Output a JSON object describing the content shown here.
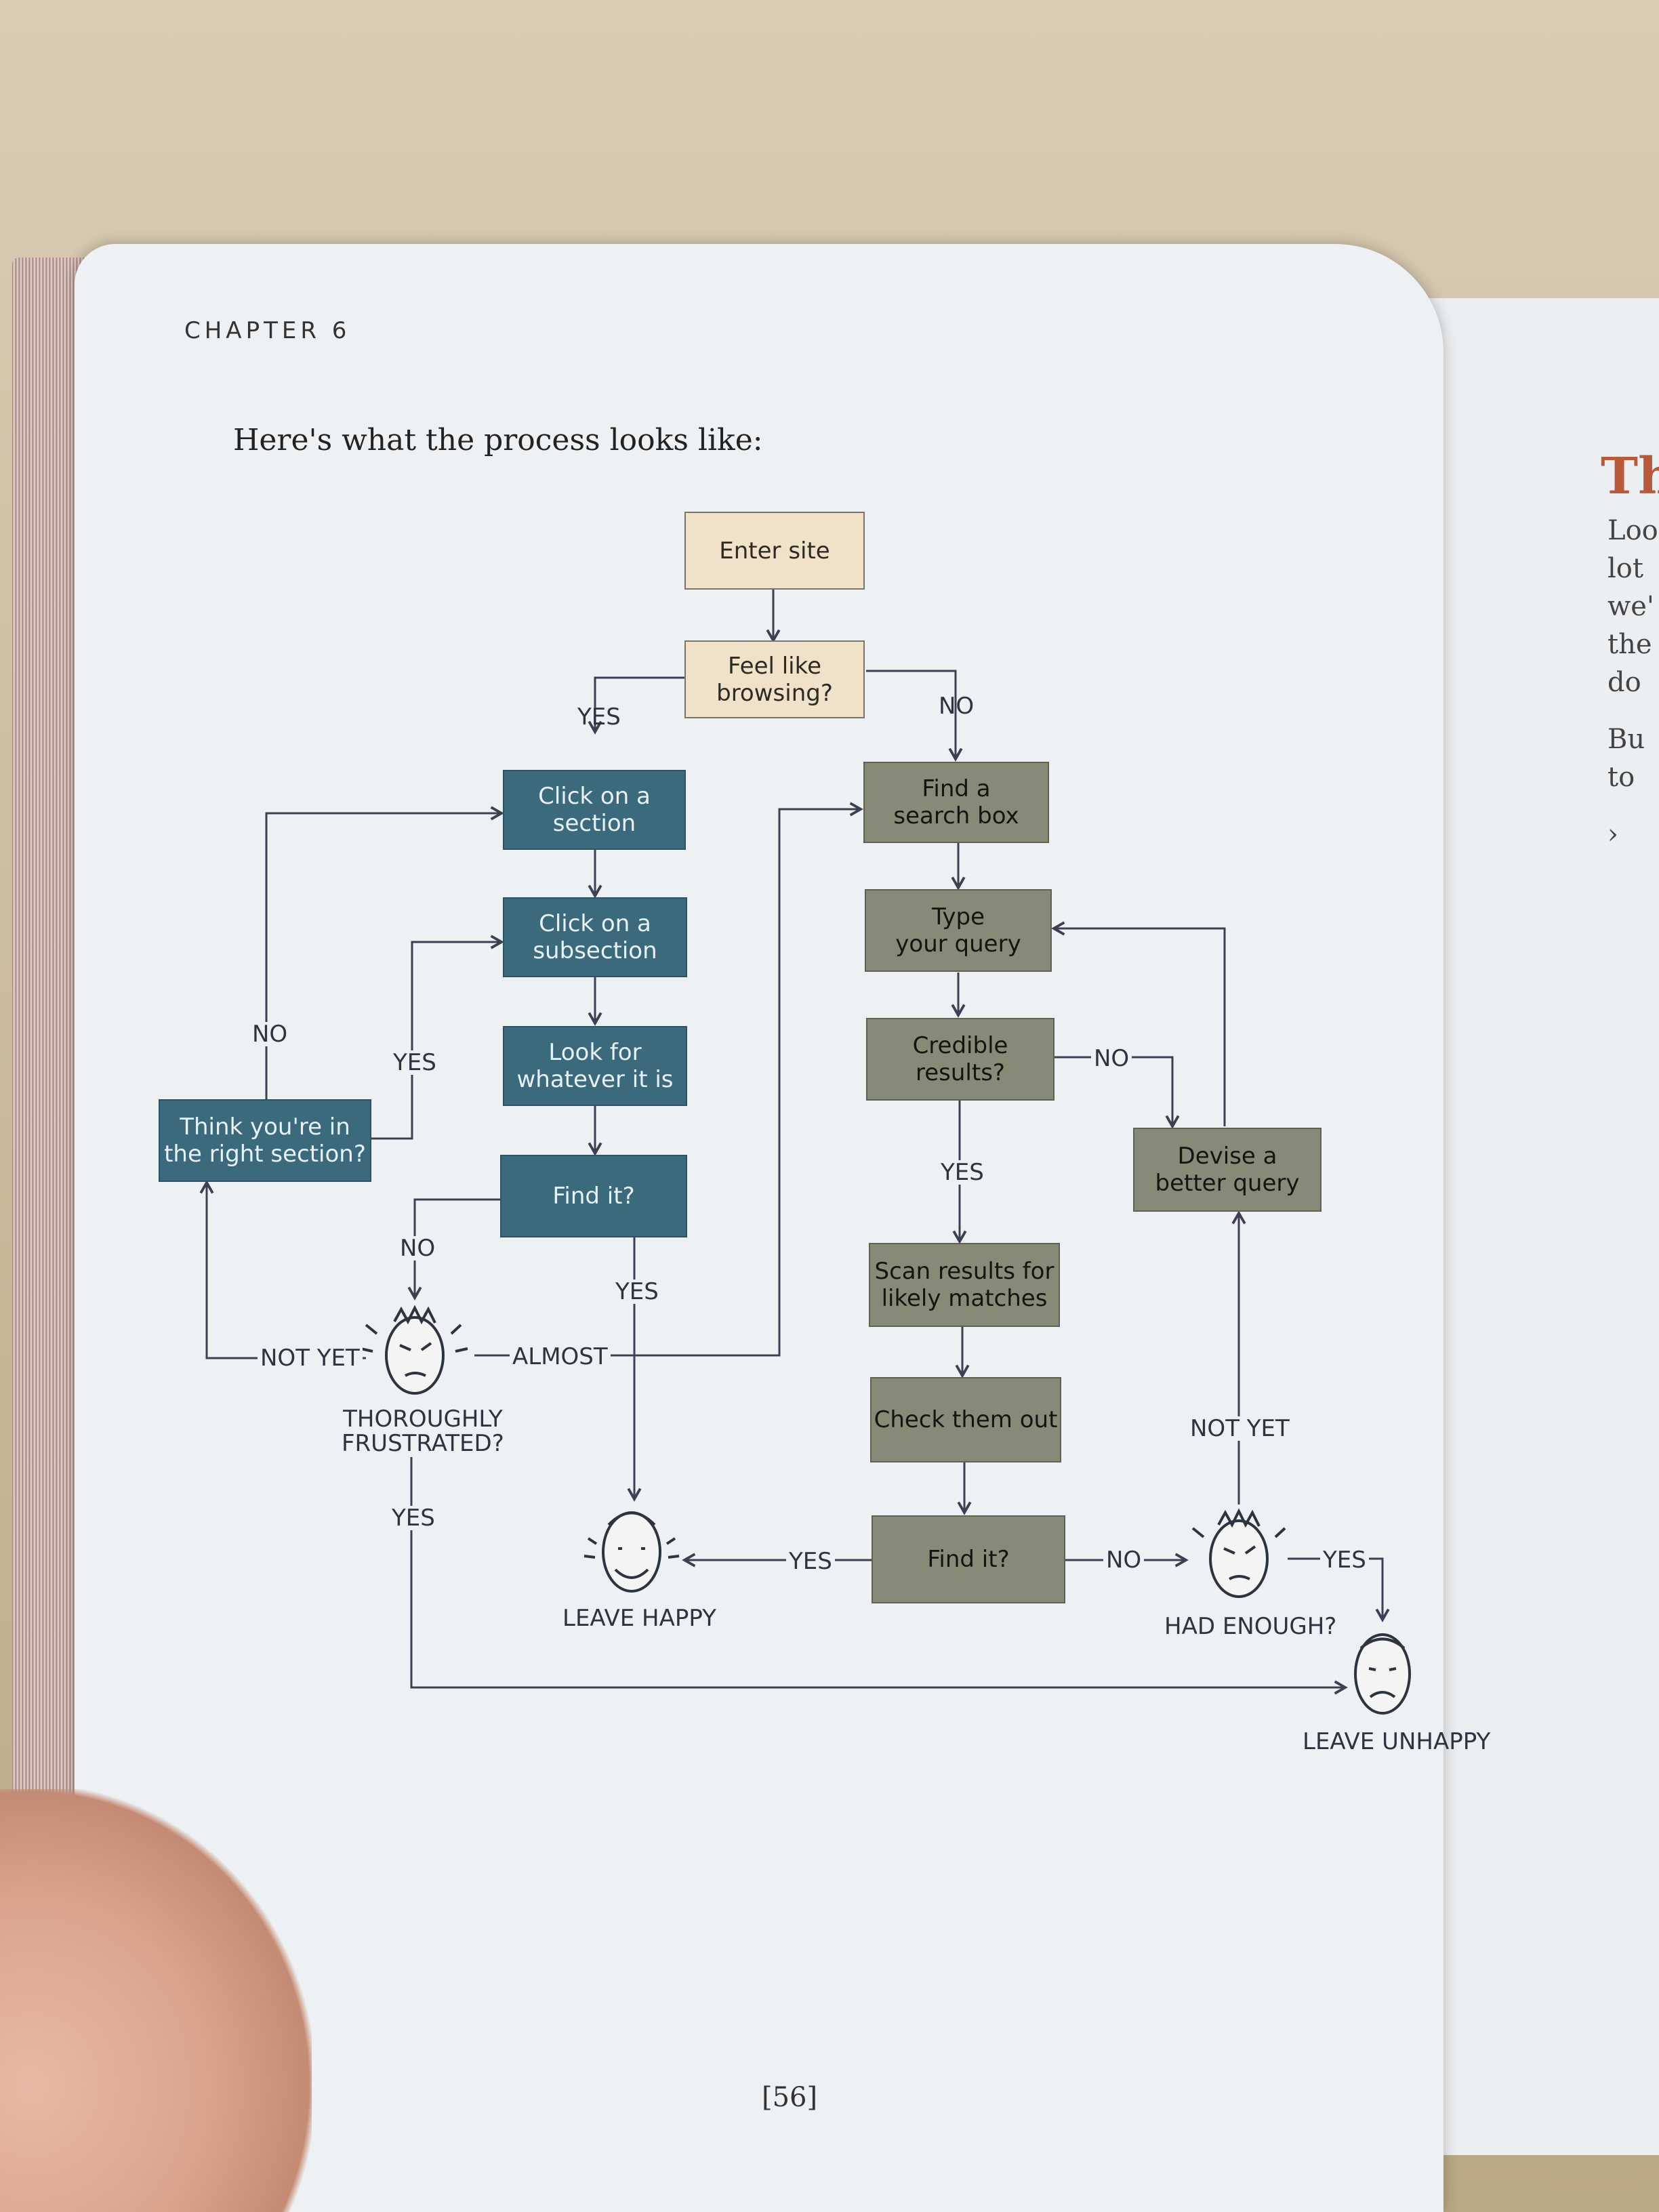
{
  "chapter": "CHAPTER 6",
  "intro": "Here's what the process looks like:",
  "page_number": "[56]",
  "right_page": {
    "title": "Th",
    "lines": [
      "Loo",
      "lot",
      "we'",
      "the",
      "do",
      "Bu",
      "to",
      "›"
    ]
  },
  "boxes": {
    "enter_site": "Enter site",
    "feel_like_browsing": "Feel like\nbrowsing?",
    "click_section": "Click on a\nsection",
    "click_subsection": "Click on a\nsubsection",
    "look_for": "Look for\nwhatever it is",
    "find_it_left": "Find it?",
    "think_right_section": "Think you're in\nthe right section?",
    "find_search_box": "Find a\nsearch box",
    "type_query": "Type\nyour query",
    "credible_results": "Credible\nresults?",
    "devise_query": "Devise a\nbetter query",
    "scan_results": "Scan results for\nlikely matches",
    "check_them_out": "Check them out",
    "find_it_right": "Find it?"
  },
  "labels": {
    "yes_browse": "YES",
    "no_browse": "NO",
    "no_think": "NO",
    "yes_think": "YES",
    "no_find_left": "NO",
    "yes_find_left": "YES",
    "not_yet_left": "NOT YET",
    "almost": "ALMOST",
    "thoroughly_frustrated": "THOROUGHLY\nFRUSTRATED?",
    "yes_frustrated": "YES",
    "leave_happy": "LEAVE HAPPY",
    "no_credible": "NO",
    "yes_credible": "YES",
    "yes_find_right": "YES",
    "no_find_right": "NO",
    "not_yet_right": "NOT YET",
    "had_enough": "HAD ENOUGH?",
    "yes_had_enough": "YES",
    "leave_unhappy": "LEAVE UNHAPPY"
  },
  "colors": {
    "browse_boxes": "#3a6a7c",
    "search_boxes": "#888a78",
    "start_boxes": "#efe2c9",
    "lines": "#3b4152"
  }
}
